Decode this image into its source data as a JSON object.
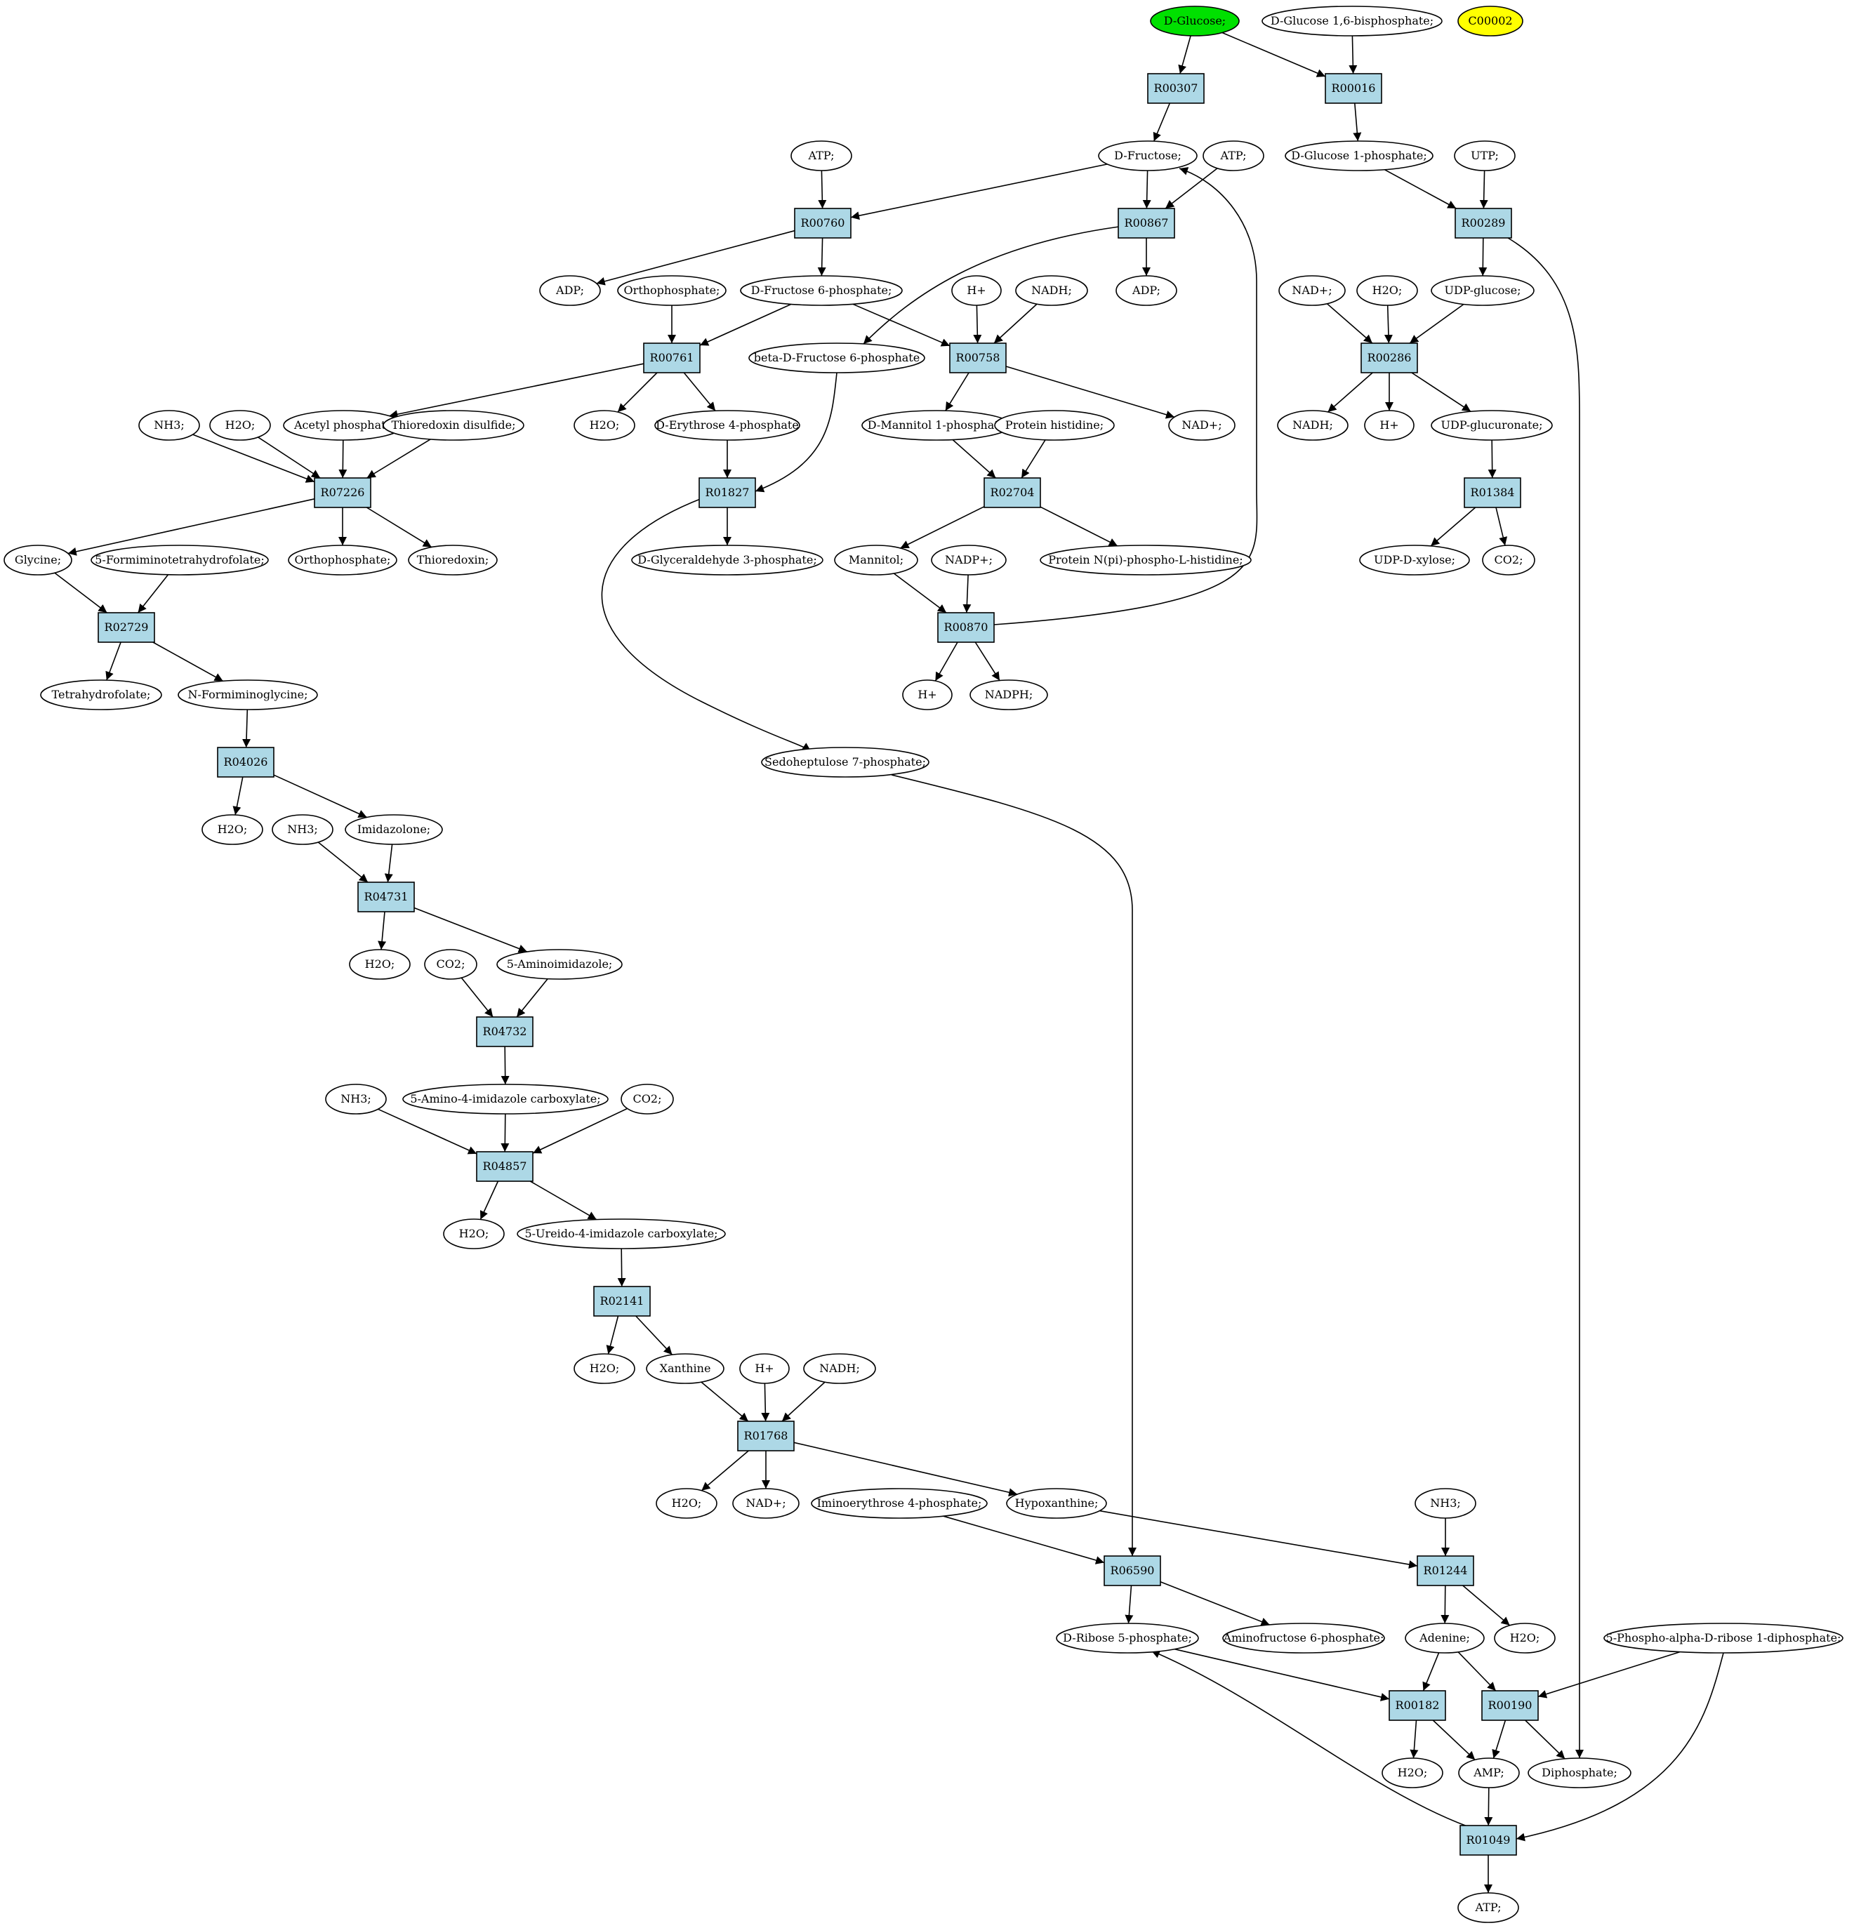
{
  "colors": {
    "reaction_fill": "#add8e6",
    "metabolite_fill": "#ffffff",
    "start_fill": "#00e000",
    "highlight_fill": "#ffff00"
  },
  "nodes": [
    {
      "id": "c_glucose",
      "type": "metabolite",
      "label": "D-Glucose;",
      "fill": "#00e000"
    },
    {
      "id": "c_g16bp",
      "type": "metabolite",
      "label": "D-Glucose 1,6-bisphosphate;"
    },
    {
      "id": "c_c00002",
      "type": "metabolite",
      "label": "C00002",
      "fill": "#ffff00"
    },
    {
      "id": "R00307",
      "type": "reaction",
      "label": "R00307"
    },
    {
      "id": "R00016",
      "type": "reaction",
      "label": "R00016"
    },
    {
      "id": "c_atp_1",
      "type": "metabolite",
      "label": "ATP;"
    },
    {
      "id": "c_fructose",
      "type": "metabolite",
      "label": "D-Fructose;"
    },
    {
      "id": "c_atp_2",
      "type": "metabolite",
      "label": "ATP;"
    },
    {
      "id": "c_g1p",
      "type": "metabolite",
      "label": "D-Glucose 1-phosphate;"
    },
    {
      "id": "c_utp",
      "type": "metabolite",
      "label": "UTP;"
    },
    {
      "id": "R00760",
      "type": "reaction",
      "label": "R00760"
    },
    {
      "id": "R00867",
      "type": "reaction",
      "label": "R00867"
    },
    {
      "id": "R00289",
      "type": "reaction",
      "label": "R00289"
    },
    {
      "id": "c_adp_1",
      "type": "metabolite",
      "label": "ADP;"
    },
    {
      "id": "c_ortho_1",
      "type": "metabolite",
      "label": "Orthophosphate;"
    },
    {
      "id": "c_f6p",
      "type": "metabolite",
      "label": "D-Fructose 6-phosphate;"
    },
    {
      "id": "c_hplus_1",
      "type": "metabolite",
      "label": "H+"
    },
    {
      "id": "c_nadh_1",
      "type": "metabolite",
      "label": "NADH;"
    },
    {
      "id": "c_adp_2",
      "type": "metabolite",
      "label": "ADP;"
    },
    {
      "id": "c_nadplus_1",
      "type": "metabolite",
      "label": "NAD+;"
    },
    {
      "id": "c_h2o_1",
      "type": "metabolite",
      "label": "H2O;"
    },
    {
      "id": "c_udpglc",
      "type": "metabolite",
      "label": "UDP-glucose;"
    },
    {
      "id": "R00761",
      "type": "reaction",
      "label": "R00761"
    },
    {
      "id": "c_bf6p",
      "type": "metabolite",
      "label": "beta-D-Fructose 6-phosphate"
    },
    {
      "id": "R00758",
      "type": "reaction",
      "label": "R00758"
    },
    {
      "id": "R00286",
      "type": "reaction",
      "label": "R00286"
    },
    {
      "id": "c_nh3_1",
      "type": "metabolite",
      "label": "NH3;"
    },
    {
      "id": "c_h2o_2",
      "type": "metabolite",
      "label": "H2O;"
    },
    {
      "id": "c_acp",
      "type": "metabolite",
      "label": "Acetyl phosphate"
    },
    {
      "id": "c_trxss",
      "type": "metabolite",
      "label": "Thioredoxin disulfide;"
    },
    {
      "id": "c_h2o_3",
      "type": "metabolite",
      "label": "H2O;"
    },
    {
      "id": "c_e4p",
      "type": "metabolite",
      "label": "D-Erythrose 4-phosphate"
    },
    {
      "id": "c_m1p",
      "type": "metabolite",
      "label": "D-Mannitol 1-phosphate"
    },
    {
      "id": "c_prothis",
      "type": "metabolite",
      "label": "Protein histidine;"
    },
    {
      "id": "c_nadplus_2",
      "type": "metabolite",
      "label": "NAD+;"
    },
    {
      "id": "c_nadh_2",
      "type": "metabolite",
      "label": "NADH;"
    },
    {
      "id": "c_hplus_2",
      "type": "metabolite",
      "label": "H+"
    },
    {
      "id": "c_udpglcur",
      "type": "metabolite",
      "label": "UDP-glucuronate;"
    },
    {
      "id": "R07226",
      "type": "reaction",
      "label": "R07226"
    },
    {
      "id": "R01827",
      "type": "reaction",
      "label": "R01827"
    },
    {
      "id": "R02704",
      "type": "reaction",
      "label": "R02704"
    },
    {
      "id": "R01384",
      "type": "reaction",
      "label": "R01384"
    },
    {
      "id": "c_glycine",
      "type": "metabolite",
      "label": "Glycine;"
    },
    {
      "id": "c_5fthf",
      "type": "metabolite",
      "label": "5-Formiminotetrahydrofolate;"
    },
    {
      "id": "c_ortho_2",
      "type": "metabolite",
      "label": "Orthophosphate;"
    },
    {
      "id": "c_trx",
      "type": "metabolite",
      "label": "Thioredoxin;"
    },
    {
      "id": "c_g3p",
      "type": "metabolite",
      "label": "D-Glyceraldehyde 3-phosphate;"
    },
    {
      "id": "c_mannitol",
      "type": "metabolite",
      "label": "Mannitol;"
    },
    {
      "id": "c_nadpplus",
      "type": "metabolite",
      "label": "NADP+;"
    },
    {
      "id": "c_prothisp",
      "type": "metabolite",
      "label": "Protein N(pi)-phospho-L-histidine;"
    },
    {
      "id": "c_udpxyl",
      "type": "metabolite",
      "label": "UDP-D-xylose;"
    },
    {
      "id": "c_co2_1",
      "type": "metabolite",
      "label": "CO2;"
    },
    {
      "id": "R02729",
      "type": "reaction",
      "label": "R02729"
    },
    {
      "id": "R00870",
      "type": "reaction",
      "label": "R00870"
    },
    {
      "id": "c_thf",
      "type": "metabolite",
      "label": "Tetrahydrofolate;"
    },
    {
      "id": "c_nfgly",
      "type": "metabolite",
      "label": "N-Formiminoglycine;"
    },
    {
      "id": "c_hplus_3",
      "type": "metabolite",
      "label": "H+"
    },
    {
      "id": "c_nadph",
      "type": "metabolite",
      "label": "NADPH;"
    },
    {
      "id": "R04026",
      "type": "reaction",
      "label": "R04026"
    },
    {
      "id": "c_s7p",
      "type": "metabolite",
      "label": "Sedoheptulose 7-phosphate;"
    },
    {
      "id": "c_h2o_4",
      "type": "metabolite",
      "label": "H2O;"
    },
    {
      "id": "c_nh3_2",
      "type": "metabolite",
      "label": "NH3;"
    },
    {
      "id": "c_imidazolone",
      "type": "metabolite",
      "label": "Imidazolone;"
    },
    {
      "id": "R04731",
      "type": "reaction",
      "label": "R04731"
    },
    {
      "id": "c_h2o_5",
      "type": "metabolite",
      "label": "H2O;"
    },
    {
      "id": "c_co2_2",
      "type": "metabolite",
      "label": "CO2;"
    },
    {
      "id": "c_5ai",
      "type": "metabolite",
      "label": "5-Aminoimidazole;"
    },
    {
      "id": "R04732",
      "type": "reaction",
      "label": "R04732"
    },
    {
      "id": "c_nh3_3",
      "type": "metabolite",
      "label": "NH3;"
    },
    {
      "id": "c_5a4ic",
      "type": "metabolite",
      "label": "5-Amino-4-imidazole carboxylate;"
    },
    {
      "id": "c_co2_3",
      "type": "metabolite",
      "label": "CO2;"
    },
    {
      "id": "R04857",
      "type": "reaction",
      "label": "R04857"
    },
    {
      "id": "c_h2o_6",
      "type": "metabolite",
      "label": "H2O;"
    },
    {
      "id": "c_5u4ic",
      "type": "metabolite",
      "label": "5-Ureido-4-imidazole carboxylate;"
    },
    {
      "id": "R02141",
      "type": "reaction",
      "label": "R02141"
    },
    {
      "id": "c_h2o_7",
      "type": "metabolite",
      "label": "H2O;"
    },
    {
      "id": "c_xanthine",
      "type": "metabolite",
      "label": "Xanthine"
    },
    {
      "id": "c_hplus_4",
      "type": "metabolite",
      "label": "H+"
    },
    {
      "id": "c_nadh_3",
      "type": "metabolite",
      "label": "NADH;"
    },
    {
      "id": "R01768",
      "type": "reaction",
      "label": "R01768"
    },
    {
      "id": "c_h2o_8",
      "type": "metabolite",
      "label": "H2O;"
    },
    {
      "id": "c_nadplus_3",
      "type": "metabolite",
      "label": "NAD+;"
    },
    {
      "id": "c_ie4p",
      "type": "metabolite",
      "label": "Iminoerythrose 4-phosphate;"
    },
    {
      "id": "c_hypox",
      "type": "metabolite",
      "label": "Hypoxanthine;"
    },
    {
      "id": "c_nh3_4",
      "type": "metabolite",
      "label": "NH3;"
    },
    {
      "id": "R06590",
      "type": "reaction",
      "label": "R06590"
    },
    {
      "id": "R01244",
      "type": "reaction",
      "label": "R01244"
    },
    {
      "id": "c_r5p",
      "type": "metabolite",
      "label": "D-Ribose 5-phosphate;"
    },
    {
      "id": "c_af6p",
      "type": "metabolite",
      "label": "Aminofructose 6-phosphate;"
    },
    {
      "id": "c_adenine",
      "type": "metabolite",
      "label": "Adenine;"
    },
    {
      "id": "c_h2o_9",
      "type": "metabolite",
      "label": "H2O;"
    },
    {
      "id": "c_prpp",
      "type": "metabolite",
      "label": "5-Phospho-alpha-D-ribose 1-diphosphate;"
    },
    {
      "id": "R00182",
      "type": "reaction",
      "label": "R00182"
    },
    {
      "id": "R00190",
      "type": "reaction",
      "label": "R00190"
    },
    {
      "id": "c_h2o_10",
      "type": "metabolite",
      "label": "H2O;"
    },
    {
      "id": "c_amp",
      "type": "metabolite",
      "label": "AMP;"
    },
    {
      "id": "c_ppi",
      "type": "metabolite",
      "label": "Diphosphate;"
    },
    {
      "id": "R01049",
      "type": "reaction",
      "label": "R01049"
    },
    {
      "id": "c_atp_3",
      "type": "metabolite",
      "label": "ATP;"
    }
  ],
  "edges": [
    [
      "c_glucose",
      "R00307"
    ],
    [
      "c_glucose",
      "R00016"
    ],
    [
      "c_g16bp",
      "R00016"
    ],
    [
      "R00307",
      "c_fructose"
    ],
    [
      "R00016",
      "c_g1p"
    ],
    [
      "c_atp_1",
      "R00760"
    ],
    [
      "c_fructose",
      "R00760"
    ],
    [
      "c_fructose",
      "R00867"
    ],
    [
      "c_atp_2",
      "R00867"
    ],
    [
      "c_g1p",
      "R00289"
    ],
    [
      "c_utp",
      "R00289"
    ],
    [
      "R00760",
      "c_adp_1"
    ],
    [
      "R00760",
      "c_f6p"
    ],
    [
      "R00867",
      "c_adp_2"
    ],
    [
      "R00867",
      "c_bf6p"
    ],
    [
      "R00289",
      "c_udpglc"
    ],
    [
      "R00289",
      "c_ppi"
    ],
    [
      "c_ortho_1",
      "R00761"
    ],
    [
      "c_f6p",
      "R00761"
    ],
    [
      "c_f6p",
      "R00758"
    ],
    [
      "c_hplus_1",
      "R00758"
    ],
    [
      "c_nadh_1",
      "R00758"
    ],
    [
      "c_nadplus_1",
      "R00286"
    ],
    [
      "c_h2o_1",
      "R00286"
    ],
    [
      "c_udpglc",
      "R00286"
    ],
    [
      "R00761",
      "c_acp"
    ],
    [
      "R00761",
      "c_h2o_3"
    ],
    [
      "R00761",
      "c_e4p"
    ],
    [
      "R00758",
      "c_m1p"
    ],
    [
      "R00758",
      "c_nadplus_2"
    ],
    [
      "R00286",
      "c_nadh_2"
    ],
    [
      "R00286",
      "c_hplus_2"
    ],
    [
      "R00286",
      "c_udpglcur"
    ],
    [
      "c_nh3_1",
      "R07226"
    ],
    [
      "c_h2o_2",
      "R07226"
    ],
    [
      "c_acp",
      "R07226"
    ],
    [
      "c_trxss",
      "R07226"
    ],
    [
      "c_e4p",
      "R01827"
    ],
    [
      "c_bf6p",
      "R01827"
    ],
    [
      "c_m1p",
      "R02704"
    ],
    [
      "c_prothis",
      "R02704"
    ],
    [
      "c_udpglcur",
      "R01384"
    ],
    [
      "R07226",
      "c_glycine"
    ],
    [
      "R07226",
      "c_ortho_2"
    ],
    [
      "R07226",
      "c_trx"
    ],
    [
      "R01827",
      "c_g3p"
    ],
    [
      "R01827",
      "c_s7p"
    ],
    [
      "R02704",
      "c_mannitol"
    ],
    [
      "R02704",
      "c_prothisp"
    ],
    [
      "R01384",
      "c_udpxyl"
    ],
    [
      "R01384",
      "c_co2_1"
    ],
    [
      "c_glycine",
      "R02729"
    ],
    [
      "c_5fthf",
      "R02729"
    ],
    [
      "c_mannitol",
      "R00870"
    ],
    [
      "c_nadpplus",
      "R00870"
    ],
    [
      "R02729",
      "c_thf"
    ],
    [
      "R02729",
      "c_nfgly"
    ],
    [
      "R00870",
      "c_hplus_3"
    ],
    [
      "R00870",
      "c_nadph"
    ],
    [
      "R00870",
      "c_fructose"
    ],
    [
      "c_nfgly",
      "R04026"
    ],
    [
      "R04026",
      "c_h2o_4"
    ],
    [
      "R04026",
      "c_imidazolone"
    ],
    [
      "c_nh3_2",
      "R04731"
    ],
    [
      "c_imidazolone",
      "R04731"
    ],
    [
      "R04731",
      "c_h2o_5"
    ],
    [
      "R04731",
      "c_5ai"
    ],
    [
      "c_co2_2",
      "R04732"
    ],
    [
      "c_5ai",
      "R04732"
    ],
    [
      "R04732",
      "c_5a4ic"
    ],
    [
      "c_nh3_3",
      "R04857"
    ],
    [
      "c_5a4ic",
      "R04857"
    ],
    [
      "c_co2_3",
      "R04857"
    ],
    [
      "R04857",
      "c_h2o_6"
    ],
    [
      "R04857",
      "c_5u4ic"
    ],
    [
      "c_5u4ic",
      "R02141"
    ],
    [
      "R02141",
      "c_h2o_7"
    ],
    [
      "R02141",
      "c_xanthine"
    ],
    [
      "c_xanthine",
      "R01768"
    ],
    [
      "c_hplus_4",
      "R01768"
    ],
    [
      "c_nadh_3",
      "R01768"
    ],
    [
      "R01768",
      "c_h2o_8"
    ],
    [
      "R01768",
      "c_nadplus_3"
    ],
    [
      "R01768",
      "c_hypox"
    ],
    [
      "c_ie4p",
      "R06590"
    ],
    [
      "c_s7p",
      "R06590"
    ],
    [
      "c_hypox",
      "R01244"
    ],
    [
      "c_nh3_4",
      "R01244"
    ],
    [
      "R06590",
      "c_r5p"
    ],
    [
      "R06590",
      "c_af6p"
    ],
    [
      "R01244",
      "c_adenine"
    ],
    [
      "R01244",
      "c_h2o_9"
    ],
    [
      "c_r5p",
      "R00182"
    ],
    [
      "c_adenine",
      "R00182"
    ],
    [
      "c_adenine",
      "R00190"
    ],
    [
      "c_prpp",
      "R00190"
    ],
    [
      "R00182",
      "c_h2o_10"
    ],
    [
      "R00182",
      "c_amp"
    ],
    [
      "R00190",
      "c_amp"
    ],
    [
      "R00190",
      "c_ppi"
    ],
    [
      "c_amp",
      "R01049"
    ],
    [
      "c_prpp",
      "R01049"
    ],
    [
      "R01049",
      "c_atp_3"
    ],
    [
      "R01049",
      "c_r5p"
    ]
  ]
}
